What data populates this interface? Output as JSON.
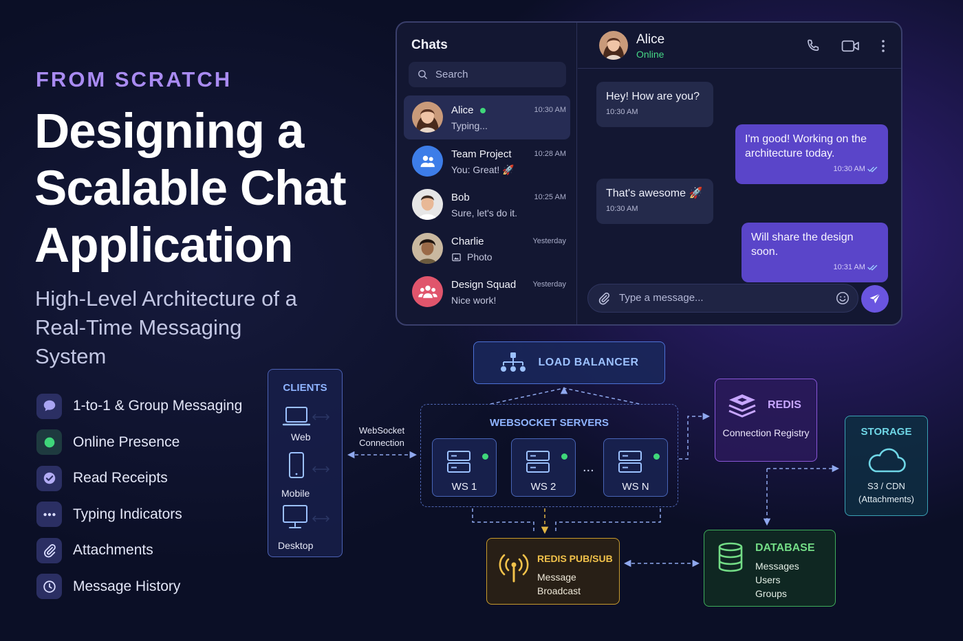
{
  "hero": {
    "eyebrow": "FROM SCRATCH",
    "title": "Designing a Scalable Chat Application",
    "subtitle": "High-Level Architecture of a Real-Time Messaging System"
  },
  "features": [
    {
      "label": "1-to-1 & Group Messaging",
      "icon": "chat-bubble-icon"
    },
    {
      "label": "Online Presence",
      "icon": "online-dot-icon"
    },
    {
      "label": "Read Receipts",
      "icon": "check-circle-icon"
    },
    {
      "label": "Typing Indicators",
      "icon": "ellipsis-icon"
    },
    {
      "label": "Attachments",
      "icon": "paperclip-icon"
    },
    {
      "label": "Message History",
      "icon": "clock-icon"
    }
  ],
  "chat_app": {
    "sidebar_title": "Chats",
    "search_placeholder": "Search",
    "conversations": [
      {
        "name": "Alice",
        "preview": "Typing...",
        "time": "10:30 AM",
        "online": true,
        "active": true
      },
      {
        "name": "Team Project",
        "preview": "You: Great! 🚀",
        "time": "10:28 AM",
        "group": true
      },
      {
        "name": "Bob",
        "preview": "Sure, let's do it.",
        "time": "10:25 AM"
      },
      {
        "name": "Charlie",
        "preview": "Photo",
        "time": "Yesterday"
      },
      {
        "name": "Design Squad",
        "preview": "Nice work!",
        "time": "Yesterday",
        "group": true
      }
    ],
    "header": {
      "name": "Alice",
      "status": "Online"
    },
    "messages": [
      {
        "dir": "in",
        "text": "Hey! How are you?",
        "time": "10:30 AM"
      },
      {
        "dir": "out",
        "text": "I'm good! Working on the architecture today.",
        "time": "10:30 AM"
      },
      {
        "dir": "in",
        "text": "That's awesome 🚀",
        "time": "10:30 AM"
      },
      {
        "dir": "out",
        "text": "Will share the design soon.",
        "time": "10:31 AM"
      }
    ],
    "composer_placeholder": "Type a message..."
  },
  "architecture": {
    "clients": {
      "title": "CLIENTS",
      "devices": [
        "Web",
        "Mobile",
        "Desktop"
      ]
    },
    "websocket_connection": "WebSocket Connection",
    "load_balancer": "LOAD BALANCER",
    "websocket_servers": {
      "title": "WEBSOCKET SERVERS",
      "servers": [
        "WS 1",
        "WS 2",
        "WS N"
      ],
      "ellipsis": "..."
    },
    "redis": {
      "title": "REDIS",
      "desc": "Connection Registry"
    },
    "storage": {
      "title": "STORAGE",
      "desc": "S3 / CDN (Attachments)"
    },
    "pubsub": {
      "title": "REDIS PUB/SUB",
      "desc": "Message Broadcast"
    },
    "database": {
      "title": "DATABASE",
      "items": [
        "Messages",
        "Users",
        "Groups"
      ]
    }
  },
  "colors": {
    "background": "#0b0f26",
    "accent_purple": "#a98bf2",
    "online_green": "#3fd77a",
    "outgoing_bubble": "#5a45c9",
    "redis_border": "#8a57d8",
    "storage_border": "#3aa2b5",
    "pubsub_border": "#c99b2c",
    "database_border": "#3fae5b"
  }
}
